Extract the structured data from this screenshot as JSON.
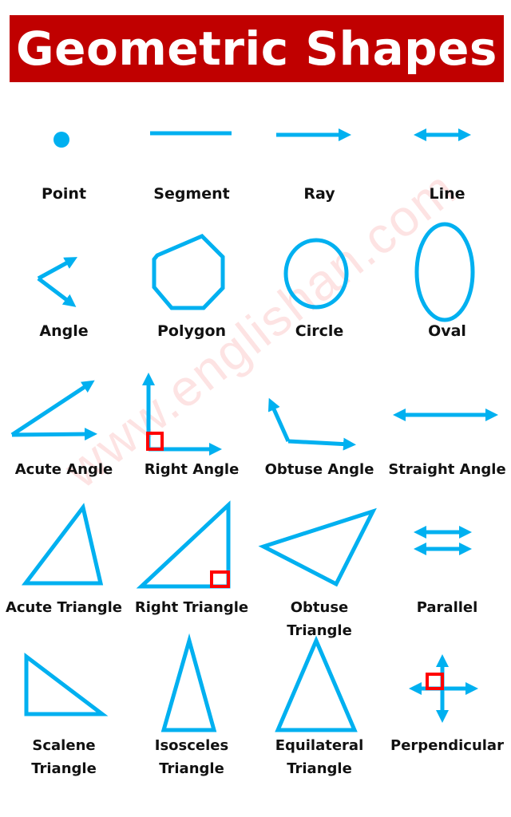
{
  "header": {
    "title": "Geometric Shapes"
  },
  "watermark": "www.englishan.com",
  "colors": {
    "banner": "#c00000",
    "shape": "#00b0f0",
    "right_angle_marker": "#ff0000",
    "text": "#111111"
  },
  "shapes": [
    {
      "label": "Point"
    },
    {
      "label": "Segment"
    },
    {
      "label": "Ray"
    },
    {
      "label": "Line"
    },
    {
      "label": "Angle"
    },
    {
      "label": "Polygon"
    },
    {
      "label": "Circle"
    },
    {
      "label": "Oval"
    },
    {
      "label": "Acute Angle"
    },
    {
      "label": "Right Angle"
    },
    {
      "label": "Obtuse Angle"
    },
    {
      "label": "Straight Angle"
    },
    {
      "label": "Acute Triangle"
    },
    {
      "label": "Right Triangle"
    },
    {
      "label": "Obtuse",
      "label2": "Triangle"
    },
    {
      "label": "Parallel"
    },
    {
      "label": "Scalene",
      "label2": "Triangle"
    },
    {
      "label": "Isosceles",
      "label2": "Triangle"
    },
    {
      "label": "Equilateral",
      "label2": "Triangle"
    },
    {
      "label": "Perpendicular"
    }
  ]
}
